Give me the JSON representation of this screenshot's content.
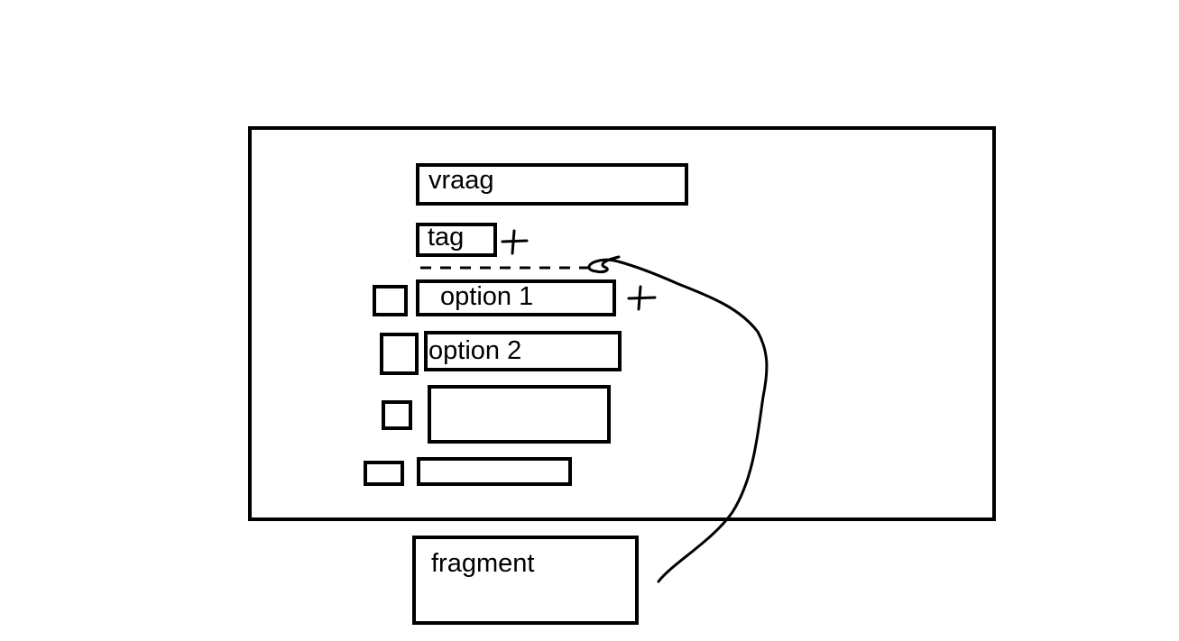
{
  "form": {
    "question_label": "vraag",
    "tag_label": "tag",
    "options": [
      {
        "label": "option 1"
      },
      {
        "label": "option 2"
      },
      {
        "label": ""
      },
      {
        "label": ""
      }
    ]
  },
  "fragment": {
    "label": "fragment"
  },
  "icons": {
    "tag_add": "plus-icon",
    "option_add": "plus-icon"
  },
  "colors": {
    "stroke": "#000000",
    "background": "#ffffff"
  }
}
